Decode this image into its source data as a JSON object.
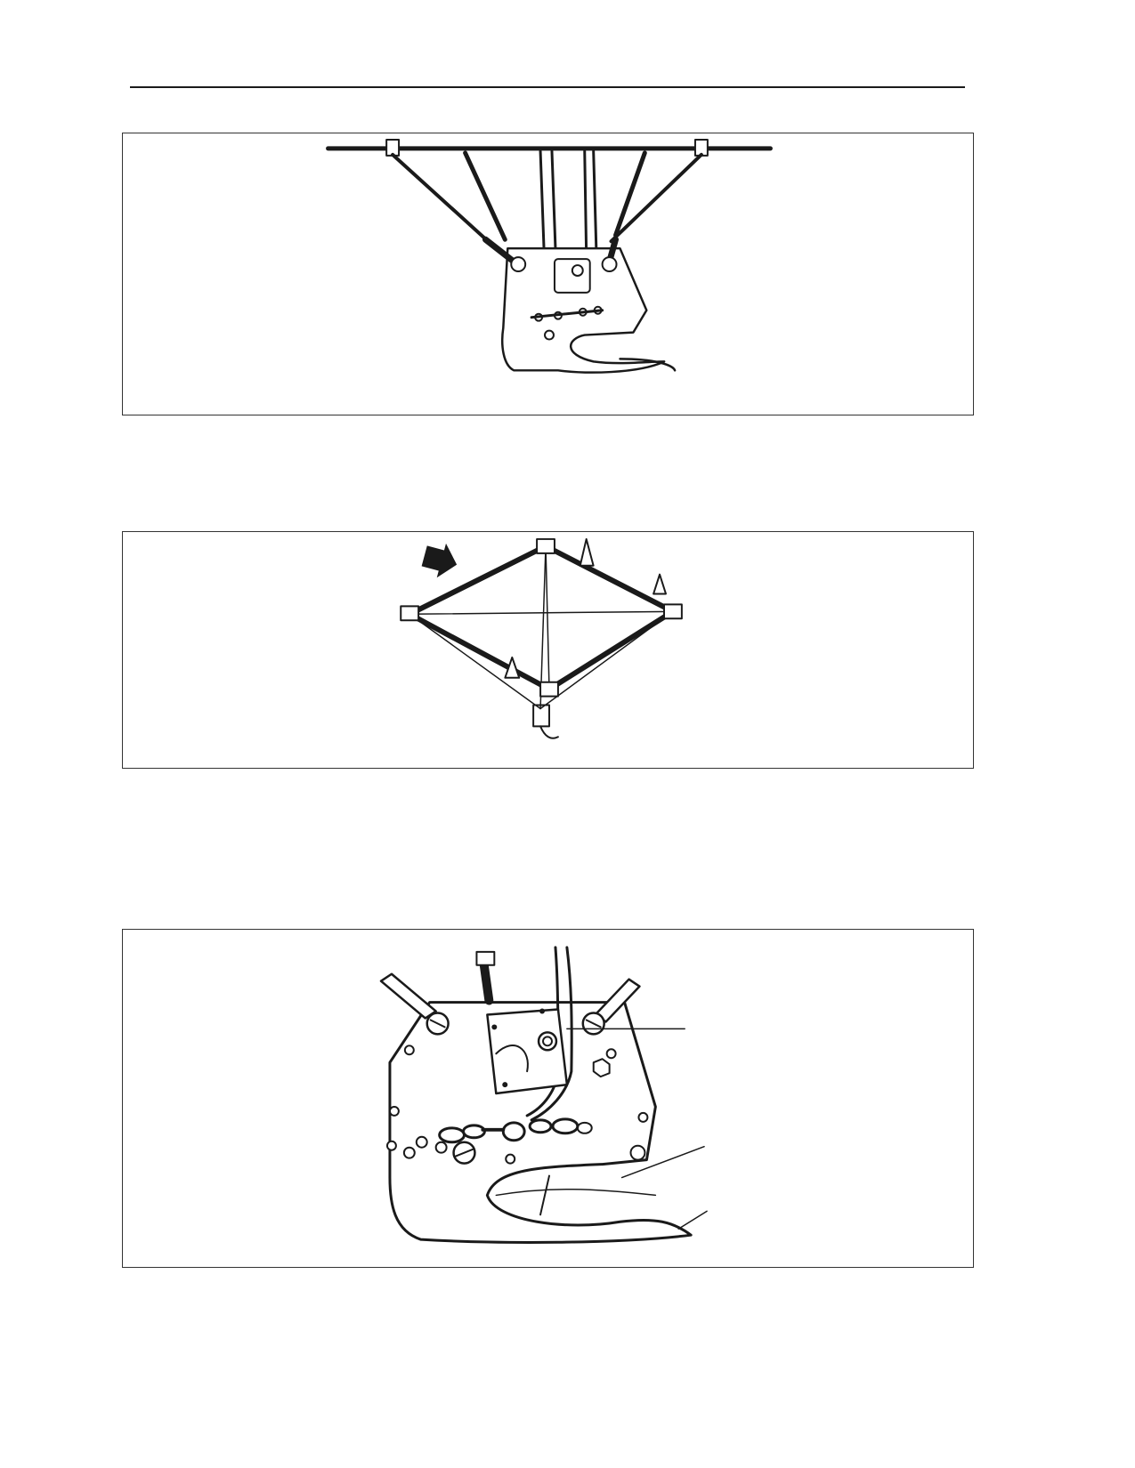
{
  "page": {
    "figures": [
      {
        "id": "fig1",
        "content": "rigging-suspension-line-drawing"
      },
      {
        "id": "fig2",
        "content": "frame-spreader-line-drawing"
      },
      {
        "id": "fig3",
        "content": "bracket-detail-line-drawing"
      }
    ]
  }
}
